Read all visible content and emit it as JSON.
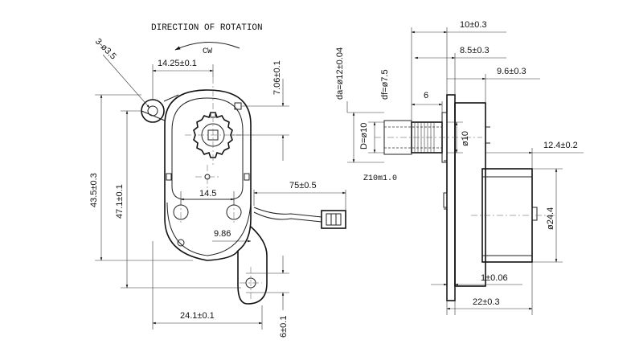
{
  "title": "DIRECTION OF ROTATION",
  "rotation": "CW",
  "front_view": {
    "holes": "3-ø3.5",
    "dims": {
      "hole_spacing": "14.25±0.1",
      "hole_offset": "7.06±0.1",
      "overall_height": "43.5±0.3",
      "body_height": "47.1±0.1",
      "boss_spacing": "14.5",
      "boss_offset": "9.86",
      "lead_length": "75±0.5",
      "body_width": "24.1±0.1",
      "tab_height": "6±0.1"
    }
  },
  "side_view": {
    "gear_spec": "Z10m1.0",
    "dims": {
      "da": "da=ø12±0.04",
      "df": "df=ø7.5",
      "d": "D=ø10",
      "d_right": "ø10",
      "gear_width": "6",
      "shaft_total": "10±0.3",
      "shaft_mid": "8.5±0.3",
      "shaft_short": "9.6±0.3",
      "motor_offset": "12.4±0.2",
      "motor_dia": "ø24.4",
      "plate": "1±0.06",
      "overall_depth": "22±0.3"
    }
  }
}
